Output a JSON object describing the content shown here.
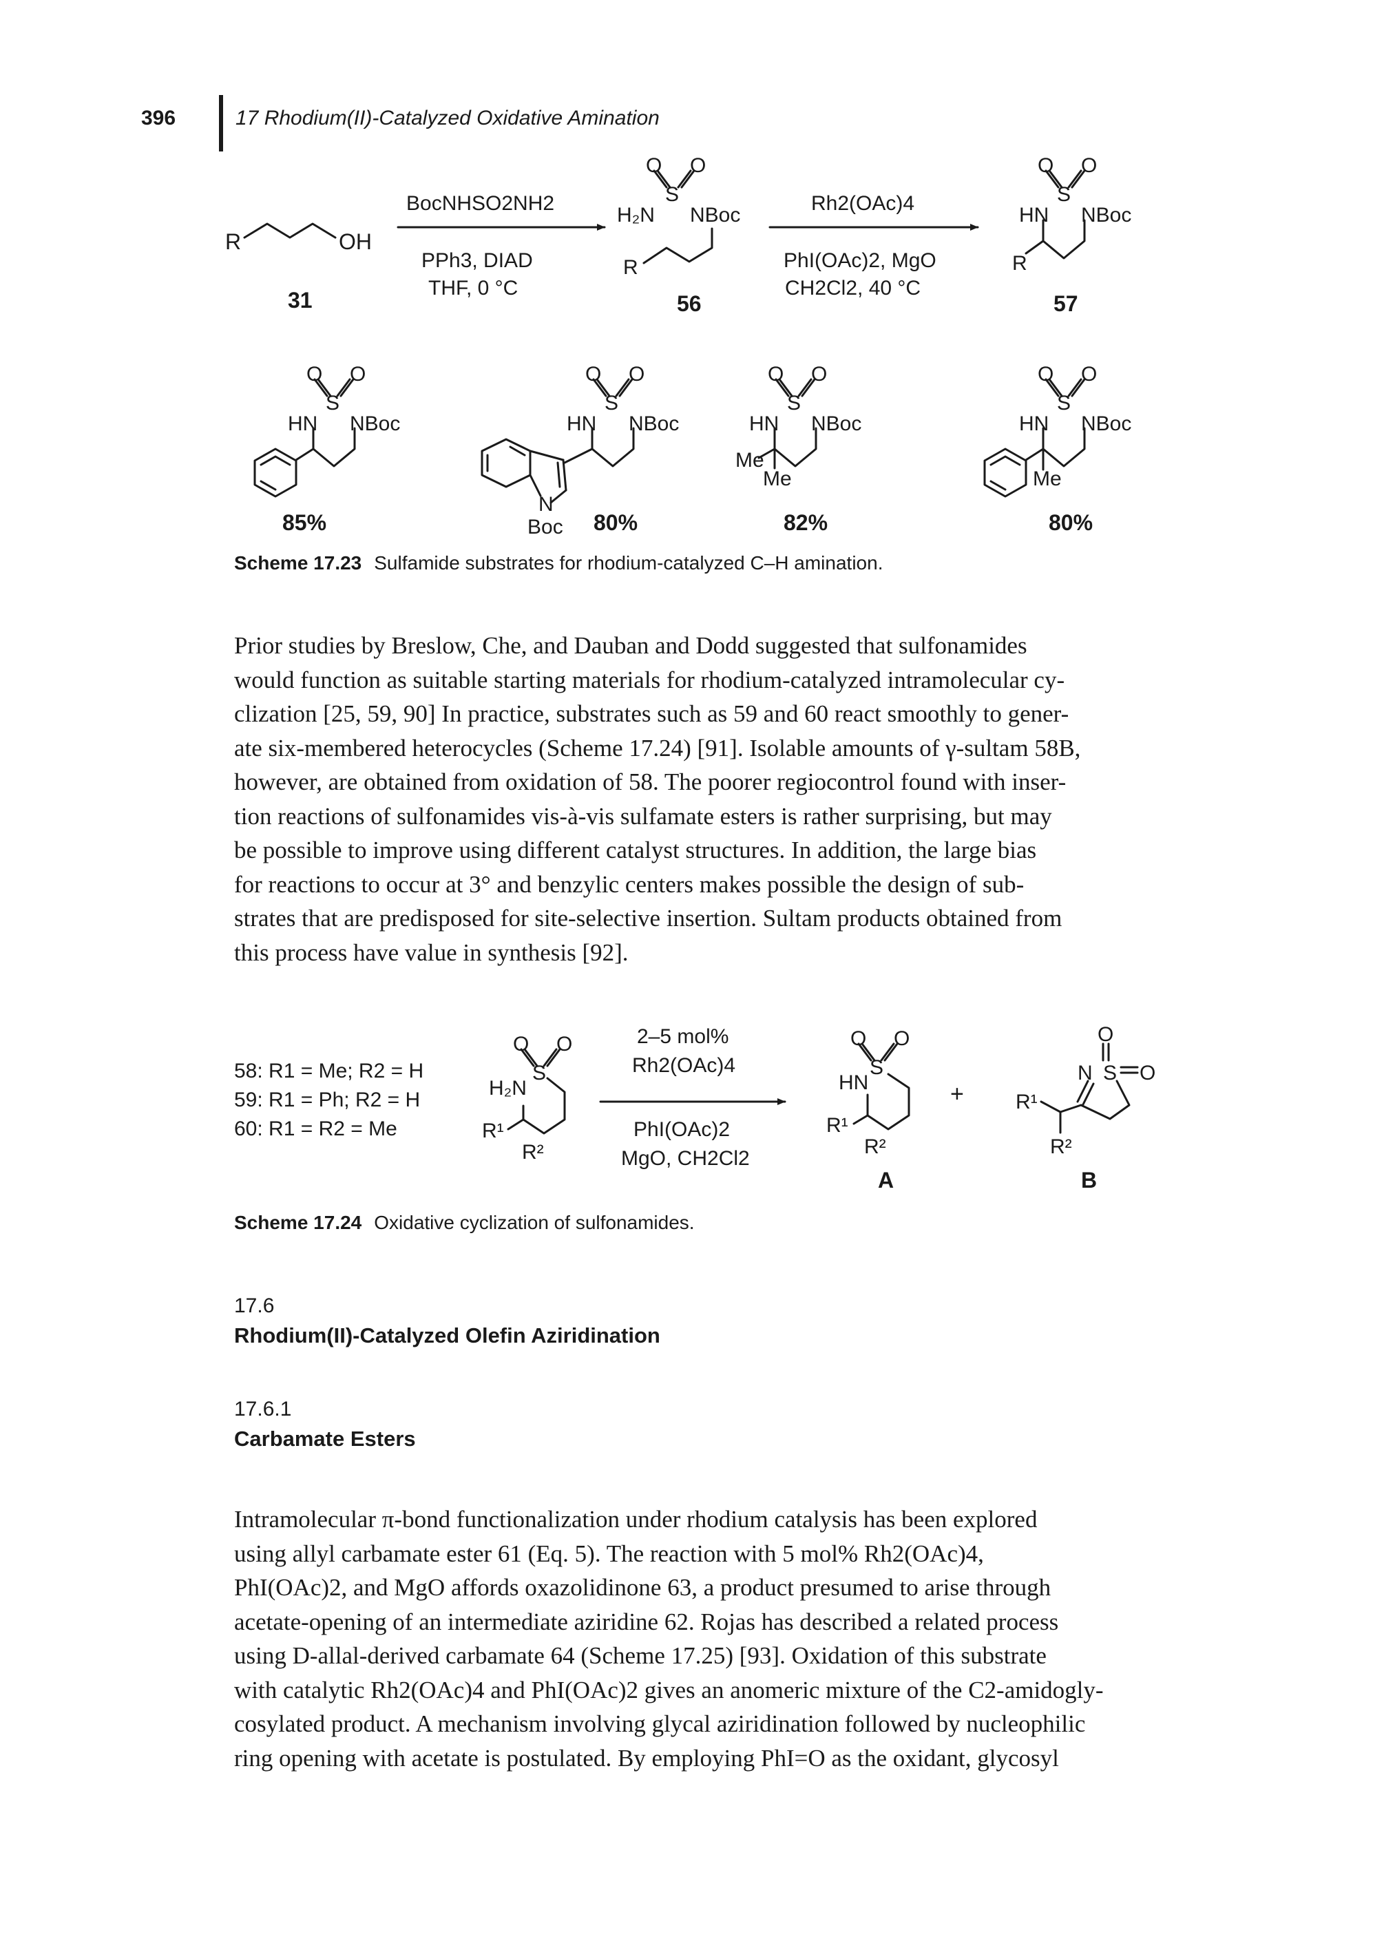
{
  "header": {
    "page_number": "396",
    "running_title": "17 Rhodium(II)-Catalyzed Oxidative Amination"
  },
  "scheme_1723": {
    "caption_label": "Scheme 17.23",
    "caption_text": "Sulfamide substrates for rhodium-catalyzed C–H amination.",
    "step1_reagent_top": "BocNHSO2NH2",
    "step1_reagent_bottom1": "PPh3, DIAD",
    "step1_reagent_bottom2": "THF, 0 °C",
    "step2_reagent_top": "Rh2(OAc)4",
    "step2_reagent_bottom1": "PhI(OAc)2, MgO",
    "step2_reagent_bottom2": "CH2Cl2, 40 °C",
    "compounds": [
      "31",
      "56",
      "57"
    ],
    "yields": [
      "85%",
      "80%",
      "82%",
      "80%"
    ]
  },
  "scheme_1724": {
    "caption_label": "Scheme 17.24",
    "caption_text": "Oxidative cyclization of sulfonamides.",
    "entries": [
      "58: R1 = Me; R2 = H",
      "59: R1 = Ph; R2 = H",
      "60: R1 = R2 = Me"
    ],
    "reagent_top1": "2–5 mol%",
    "reagent_top2": "Rh2(OAc)4",
    "reagent_bottom1": "PhI(OAc)2",
    "reagent_bottom2": "MgO, CH2Cl2",
    "product_a": "A",
    "product_b": "B"
  },
  "paragraph1": [
    "Prior studies by Breslow, Che, and Dauban and Dodd suggested that sulfonamides",
    "would function as suitable starting materials for rhodium-catalyzed intramolecular cy-",
    "clization [25, 59, 90] In practice, substrates such as 59 and 60 react smoothly to gener-",
    "ate six-membered heterocycles (Scheme 17.24) [91]. Isolable amounts of γ-sultam 58B,",
    "however, are obtained from oxidation of 58. The poorer regiocontrol found with inser-",
    "tion reactions of sulfonamides vis-à-vis sulfamate esters is rather surprising, but may",
    "be possible to improve using different catalyst structures. In addition, the large bias",
    "for reactions to occur at 3° and benzylic centers makes possible the design of sub-",
    "strates that are predisposed for site-selective insertion. Sultam products obtained from",
    "this process have value in synthesis [92]."
  ],
  "section": {
    "number": "17.6",
    "title": "Rhodium(II)-Catalyzed Olefin Aziridination"
  },
  "subsection": {
    "number": "17.6.1",
    "title": "Carbamate Esters"
  },
  "paragraph2": [
    "Intramolecular π-bond functionalization under rhodium catalysis has been explored",
    "using allyl carbamate ester 61 (Eq. 5). The reaction with 5 mol% Rh2(OAc)4,",
    "PhI(OAc)2, and MgO affords oxazolidinone 63, a product presumed to arise through",
    "acetate-opening of an intermediate aziridine 62. Rojas has described a related process",
    "using D-allal-derived carbamate 64 (Scheme 17.25) [93]. Oxidation of this substrate",
    "with catalytic Rh2(OAc)4 and PhI(OAc)2 gives an anomeric mixture of the C2-amidogly-",
    "cosylated product. A mechanism involving glycal aziridination followed by nucleophilic",
    "ring opening with acetate is postulated. By employing PhI=O as the oxidant, glycosyl"
  ]
}
